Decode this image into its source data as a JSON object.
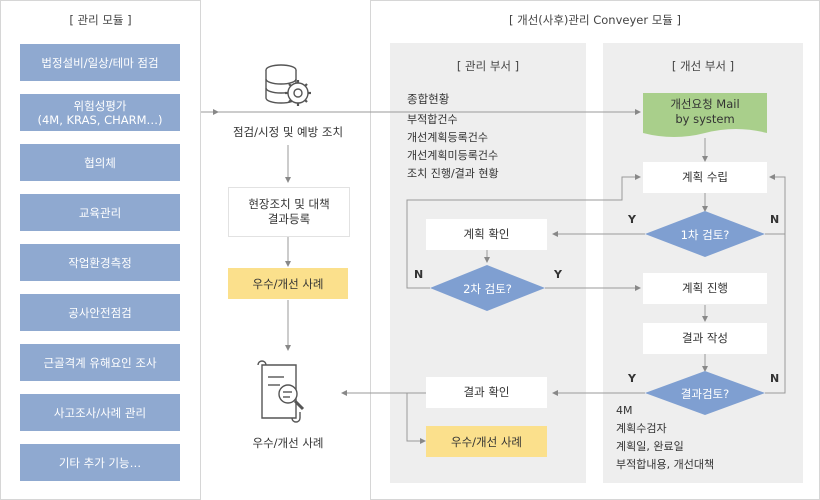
{
  "left_panel": {
    "title": "[ 관리 모듈 ]",
    "modules": [
      "법정설비/일상/테마 점검",
      "위험성평가\n(4M, KRAS, CHARM…)",
      "협의체",
      "교육관리",
      "작업환경측정",
      "공사안전점검",
      "근골격계 유해요인 조사",
      "사고조사/사례 관리",
      "기타 추가 기능…"
    ]
  },
  "middle": {
    "db_caption": "점검/시정 및 예방 조치",
    "field_action": "현장조치 및 대책\n결과등록",
    "best_case": "우수/개선 사례",
    "doc_caption": "우수/개선 사례"
  },
  "right_panel": {
    "title": "[ 개선(사후)관리 Conveyer 모듈 ]",
    "mgmt": {
      "title": "[ 관리 부서 ]",
      "summary_title": "종합현황",
      "summary_items": [
        "부적합건수",
        "개선계획등록건수",
        "개선계획미등록건수",
        "조치 진행/결과 현황"
      ],
      "plan_confirm": "계획 확인",
      "second_review": "2차 검토?",
      "result_confirm": "결과 확인",
      "best_case": "우수/개선 사례"
    },
    "improve": {
      "title": "[ 개선 부서 ]",
      "mail": "개선요청 Mail\nby system",
      "plan_make": "계획 수립",
      "first_review": "1차 검토?",
      "plan_progress": "계획 진행",
      "result_write": "결과 작성",
      "result_review": "결과검토?",
      "notes": [
        "4M",
        "계획수검자",
        "계획일, 완료일",
        "부적합내용, 개선대책"
      ]
    },
    "yes": "Y",
    "no": "N"
  },
  "colors": {
    "module_blue": "#8fa9d0",
    "diamond_blue": "#7f9fd1",
    "mail_green": "#a9cf8b",
    "yellow": "#fbe08c",
    "panel_gray": "#eeeeee"
  }
}
